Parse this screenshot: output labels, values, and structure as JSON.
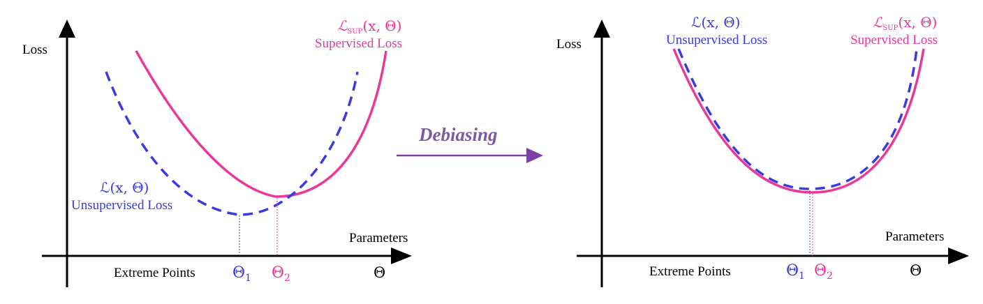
{
  "colors": {
    "axis": "#000000",
    "supervised": "#e8399a",
    "unsupervised": "#3a3ae0",
    "debias_arrow": "#7b3fa6",
    "debias_text": "#7b5aa6"
  },
  "left_panel": {
    "y_axis_label": "Loss",
    "x_axis_label": "Parameters",
    "theta_axis_label": "Θ",
    "extreme_points_label": "Extreme Points",
    "sup_formula_script": "ℒ",
    "sup_formula_sub": "SUP",
    "sup_formula_args": "(x, Θ)",
    "sup_label": "Supervised Loss",
    "unsup_formula": "ℒ(x, Θ)",
    "unsup_label": "Unsupervised Loss",
    "theta1_base": "Θ",
    "theta1_sub": "1",
    "theta2_base": "Θ",
    "theta2_sub": "2"
  },
  "middle": {
    "arrow_label": "Debiasing"
  },
  "right_panel": {
    "y_axis_label": "Loss",
    "x_axis_label": "Parameters",
    "theta_axis_label": "Θ",
    "extreme_points_label": "Extreme Points",
    "sup_formula_script": "ℒ",
    "sup_formula_sub": "SUP",
    "sup_formula_args": "(x, Θ)",
    "sup_label": "Supervised Loss",
    "unsup_formula": "ℒ(x, Θ)",
    "unsup_label": "Unsupervised Loss",
    "theta1_base": "Θ",
    "theta1_sub": "1",
    "theta2_base": "Θ",
    "theta2_sub": "2"
  }
}
